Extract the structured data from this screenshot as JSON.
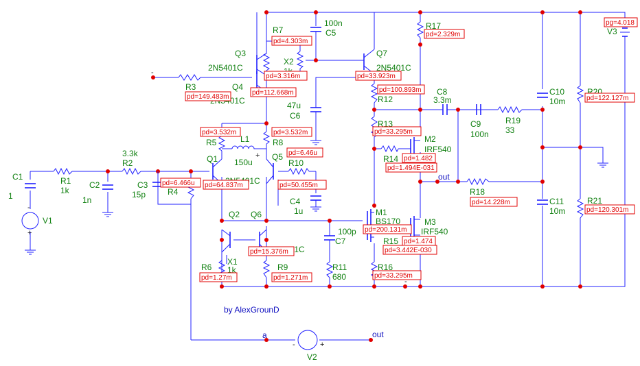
{
  "components": {
    "C1": {
      "name": "C1",
      "value": "1"
    },
    "R1": {
      "name": "R1",
      "value": "1k"
    },
    "C2": {
      "name": "C2",
      "value": "1n"
    },
    "R2": {
      "name": "R2",
      "value": "3.3k"
    },
    "C3": {
      "name": "C3",
      "value": "15p"
    },
    "R3": {
      "name": "R3"
    },
    "R4": {
      "name": "R4"
    },
    "R5": {
      "name": "R5"
    },
    "L1": {
      "name": "L1",
      "value": "150u"
    },
    "R6": {
      "name": "R6"
    },
    "R7": {
      "name": "R7"
    },
    "R8": {
      "name": "R8"
    },
    "R9": {
      "name": "R9"
    },
    "R10": {
      "name": "R10"
    },
    "R11": {
      "name": "R11",
      "value": "680"
    },
    "R12": {
      "name": "R12"
    },
    "R13": {
      "name": "R13"
    },
    "R14": {
      "name": "R14"
    },
    "R15": {
      "name": "R15"
    },
    "R16": {
      "name": "R16"
    },
    "R17": {
      "name": "R17"
    },
    "R18": {
      "name": "R18"
    },
    "R19": {
      "name": "R19",
      "value": "33"
    },
    "R20": {
      "name": "R20"
    },
    "R21": {
      "name": "R21"
    },
    "C4": {
      "name": "C4",
      "value": "1u"
    },
    "C5": {
      "name": "C5",
      "value": "100n"
    },
    "C6": {
      "name": "C6",
      "value": "47u"
    },
    "C7": {
      "name": "C7",
      "value": "100p"
    },
    "C8": {
      "name": "C8",
      "value": "3.3m"
    },
    "C9": {
      "name": "C9",
      "value": "100n"
    },
    "C10": {
      "name": "C10",
      "value": "10m"
    },
    "C11": {
      "name": "C11",
      "value": "10m"
    },
    "Q1": {
      "name": "Q1"
    },
    "Q2": {
      "name": "Q2"
    },
    "Q3": {
      "name": "Q3",
      "model": "2N5401C"
    },
    "Q4": {
      "name": "Q4",
      "model": "2N5401C"
    },
    "Q5": {
      "name": "Q5",
      "model": "2N5401C"
    },
    "Q6": {
      "name": "Q6",
      "model": "2N5401C"
    },
    "Q7": {
      "name": "Q7",
      "model": "2N5401C"
    },
    "M1": {
      "name": "M1",
      "model": "BS170"
    },
    "M2": {
      "name": "M2",
      "model": "IRF540"
    },
    "M3": {
      "name": "M3",
      "model": "IRF540"
    },
    "X1": {
      "name": "X1",
      "value": "1k"
    },
    "X2": {
      "name": "X2",
      "value": "1k"
    },
    "V1": {
      "name": "V1"
    },
    "V2": {
      "name": "V2"
    },
    "V3": {
      "name": "V3"
    }
  },
  "nets": {
    "out": "out",
    "a": "a",
    "minus": "-"
  },
  "signs": {
    "plus": "+",
    "minus": "-"
  },
  "credit": "by AlexGrounD",
  "readouts": {
    "pd_r7": "pd=4.303m",
    "pd_x2": "pd=3.316m",
    "pd_q3": "pd=112.668m",
    "pd_r3": "pd=149.483m",
    "pd_q7": "pd=33.923m",
    "pd_r12": "pd=100.893m",
    "pd_r17": "pd=2.329m",
    "pd_r5": "pd=3.532m",
    "pd_r8": "pd=3.532m",
    "pd_l1": "pd=6.46u",
    "pd_c3": "pd=6.466u",
    "pd_q1": "pd=64.837m",
    "pd_r10": "pd=50.455m",
    "pd_r13": "pd=33.295m",
    "pd_m2": "pd=1.482",
    "pd_r14": "pd=1.494E-031",
    "pd_m1": "pd=200.131m",
    "pd_m3": "pd=1.474",
    "pd_r15": "pd=3.442E-030",
    "pd_r16": "pd=33.295m",
    "pd_q2": "pd=15.376m",
    "pd_r6": "pd=1.27m",
    "pd_r9": "pd=1.271m",
    "pd_r18": "pd=14.228m",
    "pd_r20": "pd=122.127m",
    "pd_r21": "pd=120.301m",
    "pg_v3": "pg=4.018"
  }
}
